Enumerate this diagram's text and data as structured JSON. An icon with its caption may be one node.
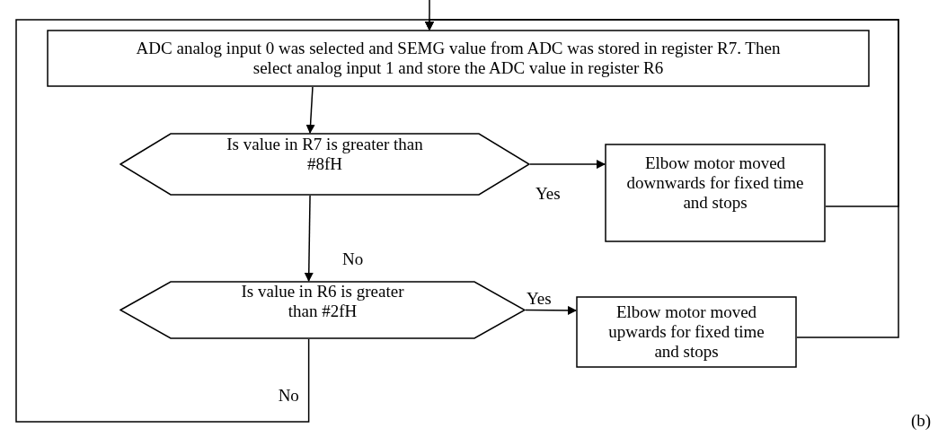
{
  "diagram": {
    "nodes": [
      {
        "text": [
          "ADC analog input 0 was selected and SEMG value from ADC was stored in register R7. Then select analog input 1 and store the ADC value in register R6"
        ]
      },
      {
        "text": [
          "Is value in R7 is greater than #8fH"
        ]
      },
      {
        "text": [
          "Is value in R6 is greater than #2fH"
        ]
      },
      {
        "text": [
          "Elbow motor moved downwards for fixed time and stops"
        ]
      },
      {
        "text": [
          "Elbow motor moved upwards for fixed time and stops"
        ]
      }
    ],
    "edges": [
      {
        "from": null,
        "to": 0,
        "arrow": "to"
      },
      {
        "from": 0,
        "to": 1,
        "arrow": "to"
      },
      {
        "from": 1,
        "to": 3,
        "arrow": "to",
        "label": "Yes"
      },
      {
        "from": 1,
        "to": 2,
        "arrow": "to",
        "label": "No"
      },
      {
        "from": 2,
        "to": 4,
        "arrow": "to",
        "label": "Yes"
      },
      {
        "from": 2,
        "to": 0,
        "arrow": "to",
        "label": "No"
      },
      {
        "from": 3,
        "to": 0,
        "arrow": "to"
      },
      {
        "from": 4,
        "to": 0,
        "arrow": "to"
      }
    ],
    "labels": [
      "(b)"
    ]
  }
}
